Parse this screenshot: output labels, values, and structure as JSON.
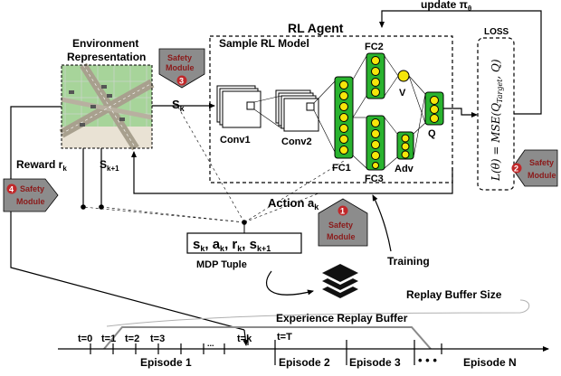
{
  "labels": {
    "update": "update π",
    "update_sub": "θ",
    "loss_title": "LOSS",
    "loss_formula": "L(θ) = MSE(Q",
    "loss_sub": "Target",
    "loss_tail": ", Q)",
    "rl_agent": "RL Agent",
    "sample_model": "Sample RL Model",
    "env_line1": "Environment",
    "env_line2": "Representation",
    "fc2": "FC2",
    "fc1": "FC1",
    "fc3": "FC3",
    "conv1": "Conv1",
    "conv2": "Conv2",
    "v": "V",
    "q": "Q",
    "adv": "Adv",
    "s_k": "S",
    "s_k_sub": "k",
    "reward": "Reward r",
    "reward_sub": "k",
    "s_k1": "S",
    "s_k1_sub": "k+1",
    "action": "Action a",
    "action_sub": "k",
    "tuple": "s",
    "tuple_full": "sk, ak, rk, sk+1",
    "mdp_tuple": "MDP Tuple",
    "training": "Training",
    "replay_size": "Replay Buffer Size",
    "replay_buffer": "Experience Replay Buffer"
  },
  "safety_modules": [
    {
      "line1": "Safety",
      "line2": "Module",
      "number": "3"
    },
    {
      "line1": "Safety",
      "line2": "Module",
      "number": "2"
    },
    {
      "line1": "Safety",
      "line2": "Module",
      "number": "4"
    },
    {
      "line1": "Safety",
      "line2": "Module",
      "number": "1"
    }
  ],
  "timeline": {
    "ticks": [
      "t=0",
      "t=1",
      "t=2",
      "t=3",
      "...",
      "t=k",
      "t=T"
    ],
    "episodes": [
      "Episode 1",
      "Episode 2",
      "Episode 3",
      "Episode N"
    ],
    "ellipsis": "• • •"
  },
  "colors": {
    "neuron": "#f5e60a",
    "layer": "#29b32e",
    "safety_fill": "#8c8c8c",
    "safety_badge": "#c0282a",
    "map_green": "#a7d49a"
  }
}
